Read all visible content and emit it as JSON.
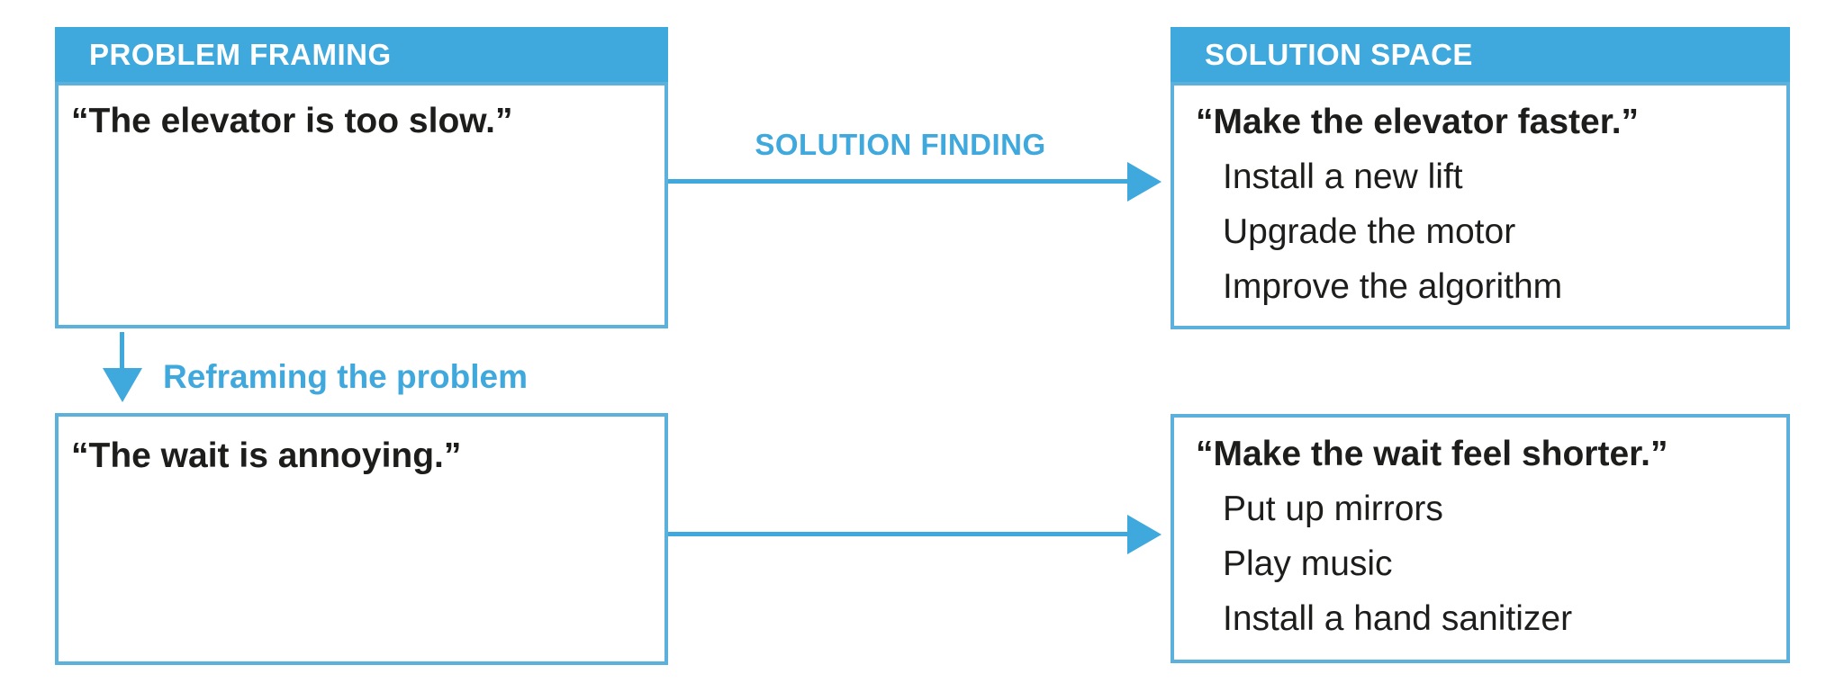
{
  "palette": {
    "accent_blue": "#3FA8DC",
    "box_border_blue": "#5BB0DC",
    "text_black": "#1D1D1B",
    "background": "#FFFFFF"
  },
  "problem_framing": {
    "header": "PROBLEM FRAMING",
    "initial_statement": "“The elevator is too slow.”",
    "reframed_statement": "“The wait is annoying.”"
  },
  "solution_space": {
    "header": "SOLUTION SPACE",
    "initial": {
      "statement": "“Make the elevator faster.”",
      "items": [
        "Install a new lift",
        "Upgrade the motor",
        "Improve the algorithm"
      ]
    },
    "reframed": {
      "statement": "“Make the wait feel shorter.”",
      "items": [
        "Put up mirrors",
        "Play music",
        "Install a hand sanitizer"
      ]
    }
  },
  "arrows": {
    "solution_finding_label": "SOLUTION FINDING",
    "reframing_label": "Reframing the problem"
  }
}
